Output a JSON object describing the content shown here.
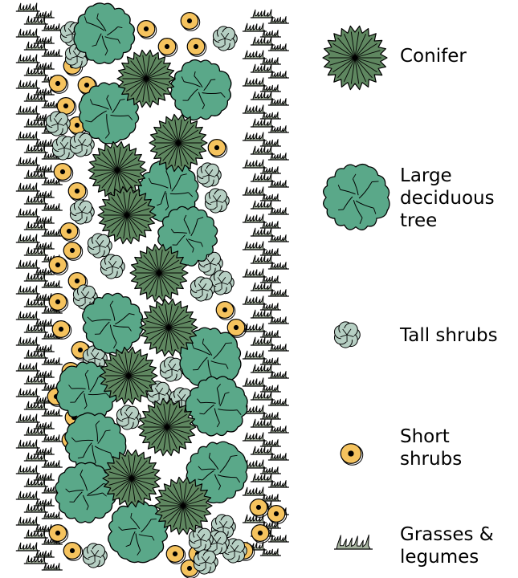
{
  "colors": {
    "conifer": "#5f8760",
    "deciduous": "#5aa889",
    "tall_shrub": "#b6cfc3",
    "short_shrub": "#f5c35e",
    "grass": "#a7b4a0",
    "outline": "#000000"
  },
  "legend": [
    {
      "icon": "conifer-icon",
      "lines": [
        "Conifer"
      ]
    },
    {
      "icon": "deciduous-tree-icon",
      "lines": [
        "Large",
        "deciduous",
        "tree"
      ]
    },
    {
      "icon": "tall-shrub-icon",
      "lines": [
        "Tall shrubs"
      ]
    },
    {
      "icon": "short-shrub-icon",
      "lines": [
        "Short",
        "shrubs"
      ]
    },
    {
      "icon": "grass-icon",
      "lines": [
        "Grasses &",
        "legumes"
      ]
    }
  ]
}
